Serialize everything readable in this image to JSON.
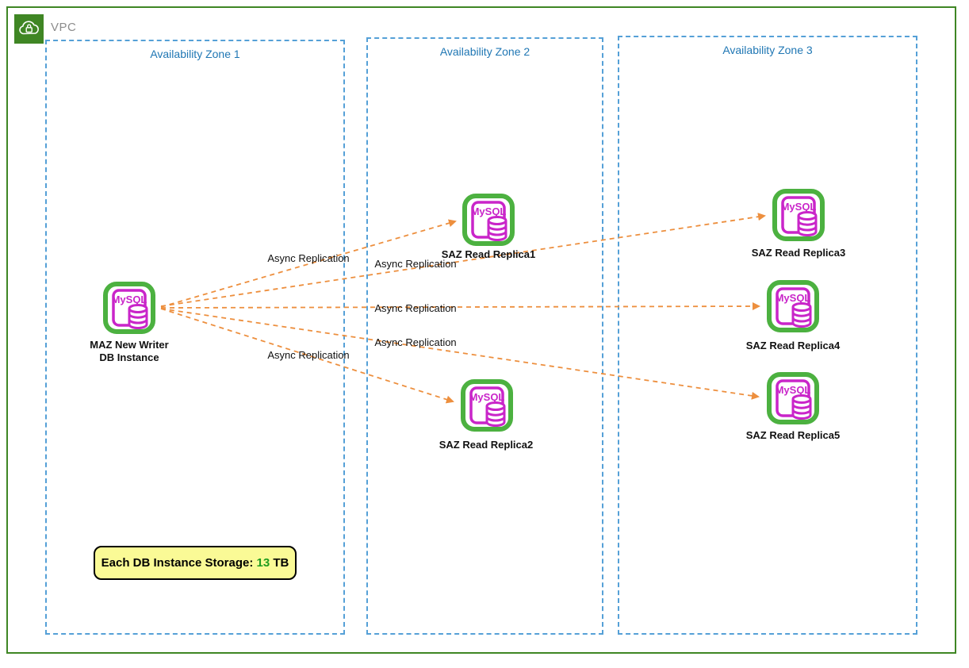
{
  "vpc": {
    "label": "VPC"
  },
  "zones": [
    {
      "label": "Availability Zone 1"
    },
    {
      "label": "Availability Zone 2"
    },
    {
      "label": "Availability Zone 3"
    }
  ],
  "icon_label": "MySQL",
  "nodes": {
    "writer": {
      "label1": "MAZ New Writer",
      "label2": "DB Instance"
    },
    "replica1": {
      "label": "SAZ Read Replica1"
    },
    "replica2": {
      "label": "SAZ Read Replica2"
    },
    "replica3": {
      "label": "SAZ Read Replica3"
    },
    "replica4": {
      "label": "SAZ Read Replica4"
    },
    "replica5": {
      "label": "SAZ Read Replica5"
    }
  },
  "edges": [
    {
      "from": "writer",
      "to": "replica1",
      "label": "Async Replication"
    },
    {
      "from": "writer",
      "to": "replica3",
      "label": "Async Replication"
    },
    {
      "from": "writer",
      "to": "replica4",
      "label": "Async Replication"
    },
    {
      "from": "writer",
      "to": "replica5",
      "label": "Async Replication"
    },
    {
      "from": "writer",
      "to": "replica2",
      "label": "Async Replication"
    }
  ],
  "note": {
    "text_before": "Each DB Instance Storage: ",
    "value": "13",
    "text_after": " TB"
  },
  "colors": {
    "vpc_green": "#3f8624",
    "az_blue": "#2077b4",
    "mysql_green": "#4cb140",
    "mysql_magenta": "#c925c9",
    "arrow_orange": "#ed8f3e",
    "note_yellow": "#fafa96",
    "note_value_green": "#1e9c1e"
  }
}
